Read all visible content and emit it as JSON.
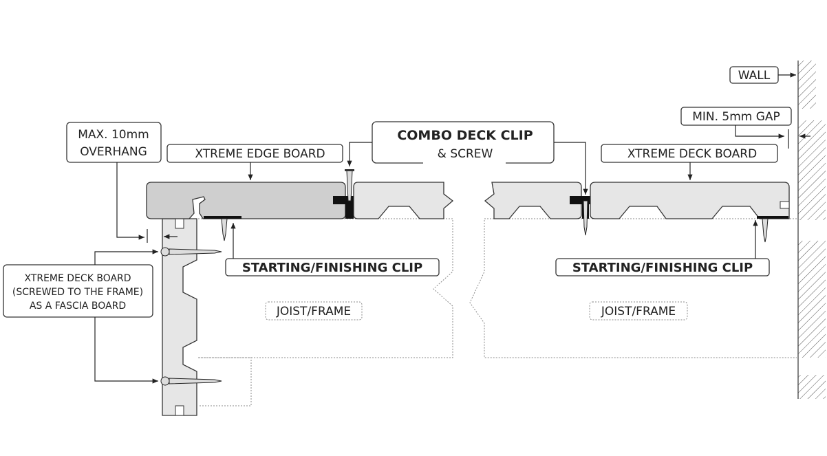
{
  "labels": {
    "wall": "WALL",
    "min_gap": "MIN. 5mm GAP",
    "overhang_line1": "MAX. 10mm",
    "overhang_line2": "OVERHANG",
    "edge_board": "XTREME EDGE BOARD",
    "combo_clip_line1": "COMBO DECK CLIP",
    "combo_clip_line2": "& SCREW",
    "deck_board": "XTREME DECK BOARD",
    "starting_clip_left": "STARTING/FINISHING CLIP",
    "starting_clip_right": "STARTING/FINISHING CLIP",
    "joist_left": "JOIST/FRAME",
    "joist_right": "JOIST/FRAME",
    "fascia_line1": "XTREME DECK BOARD",
    "fascia_line2": "(SCREWED TO THE FRAME)",
    "fascia_line3": "AS A FASCIA BOARD"
  },
  "colors": {
    "edge_board_fill": "#cfcfcf",
    "deck_board_fill": "#e6e6e6",
    "clip_fill": "#111111",
    "line": "#222222"
  }
}
